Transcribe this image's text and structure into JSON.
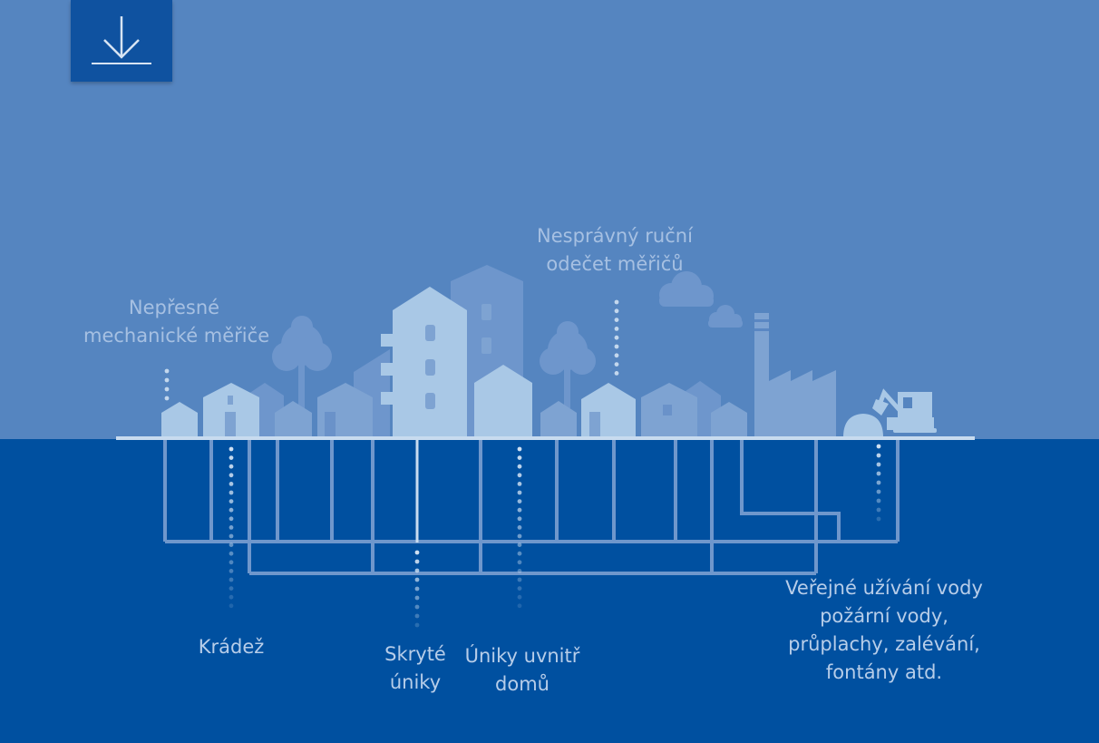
{
  "toolbar": {
    "download_icon": "download-icon"
  },
  "labels": {
    "meters_line1": "Nepřesné",
    "meters_line2": "mechanické měřiče",
    "reading_line1": "Nesprávný ruční",
    "reading_line2": "odečet měřičů",
    "theft": "Krádež",
    "hidden_line1": "Skryté",
    "hidden_line2": "úniky",
    "inside_line1": "Úniky uvnitř",
    "inside_line2": "domů",
    "public_line1": "Veřejné užívání vody",
    "public_line2": "požární vody,",
    "public_line3": "průplachy, zalévání,",
    "public_line4": "fontány atd."
  },
  "colors": {
    "sky": "#5585c0",
    "ground": "#0050a0",
    "building_light": "#a9c8e6",
    "building_mid": "#7ea3d2",
    "building_dark": "#6e96cc",
    "pipe": "#6f97cc",
    "button": "#0f52a0"
  }
}
